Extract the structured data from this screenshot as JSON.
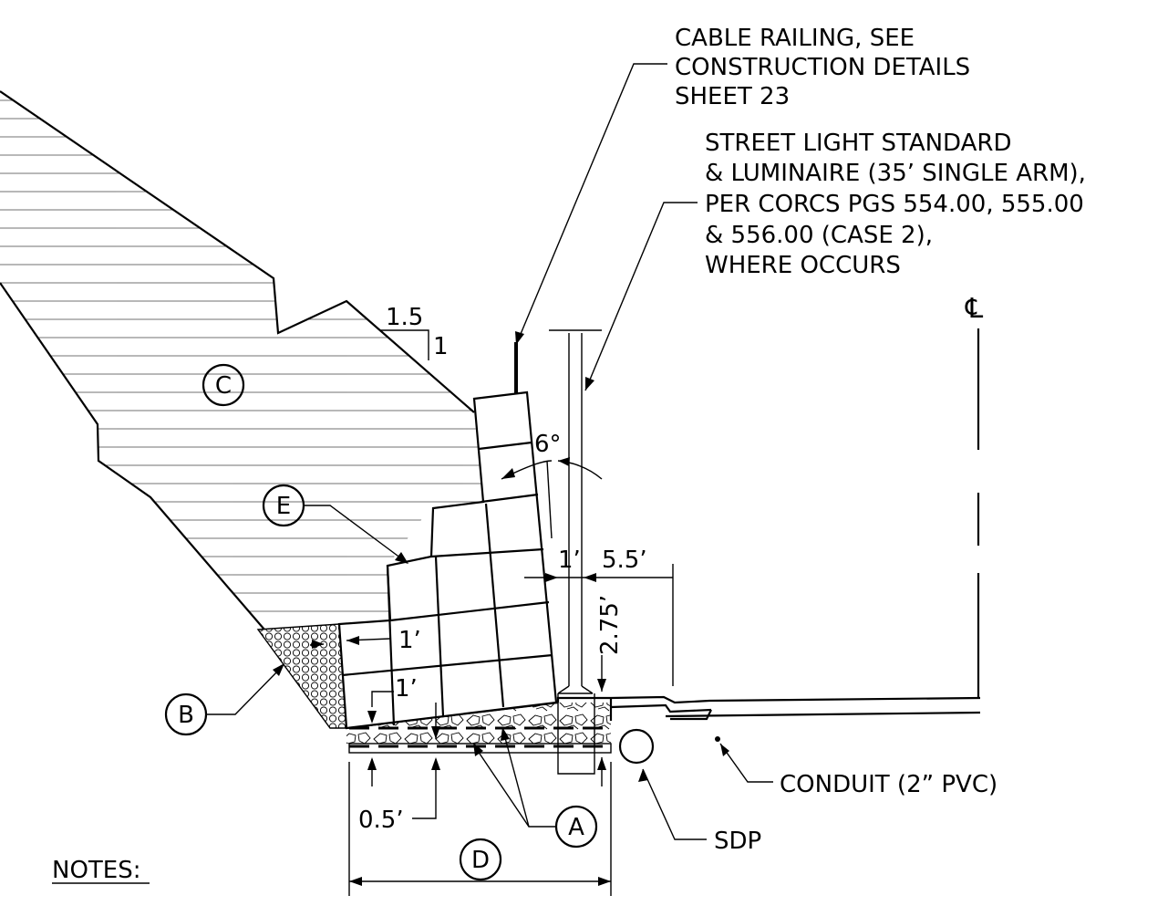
{
  "callouts": {
    "cable_railing": [
      "CABLE RAILING, SEE",
      "CONSTRUCTION DETAILS",
      "SHEET 23"
    ],
    "street_light": [
      "STREET LIGHT STANDARD",
      "& LUMINAIRE (35’ SINGLE ARM),",
      "PER CORCS PGS 554.00, 555.00",
      "& 556.00 (CASE 2),",
      "WHERE OCCURS"
    ],
    "conduit": "CONDUIT (2” PVC)",
    "sdp": "SDP"
  },
  "markers": {
    "a": "A",
    "b": "B",
    "c": "C",
    "d": "D",
    "e": "E"
  },
  "dims": {
    "slope_run": "1.5",
    "slope_rise": "1",
    "batter": "6°",
    "offset_1ft": "1’",
    "offset_5_5": "5.5’",
    "height_2_75": "2.75’",
    "block_1ft_upper": "1’",
    "block_1ft_lower": "1’",
    "base_0_5": "0.5’"
  },
  "notes_label": "NOTES:",
  "centerline_symbol": "℄"
}
